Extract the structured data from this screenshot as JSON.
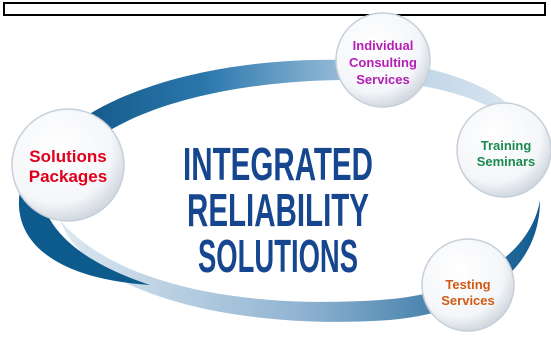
{
  "title": {
    "line1": "INTEGRATED",
    "line2": "RELIABILITY",
    "line3": "SOLUTIONS",
    "color": "#16468f"
  },
  "bubbles": [
    {
      "id": "solutions",
      "line1": "Solutions",
      "line2": "Packages",
      "line3": "",
      "color": "#e0001b"
    },
    {
      "id": "consulting",
      "line1": "Individual",
      "line2": "Consulting",
      "line3": "Services",
      "color": "#b51db5"
    },
    {
      "id": "training",
      "line1": "Training",
      "line2": "Seminars",
      "line3": "",
      "color": "#1a8a4f"
    },
    {
      "id": "testing",
      "line1": "Testing",
      "line2": "Services",
      "line3": "",
      "color": "#d25a14"
    }
  ],
  "colors": {
    "ring_dark": "#0f5b8f",
    "ring_light": "#a9c4dc",
    "bubble_edge": "#c7cfd8"
  }
}
